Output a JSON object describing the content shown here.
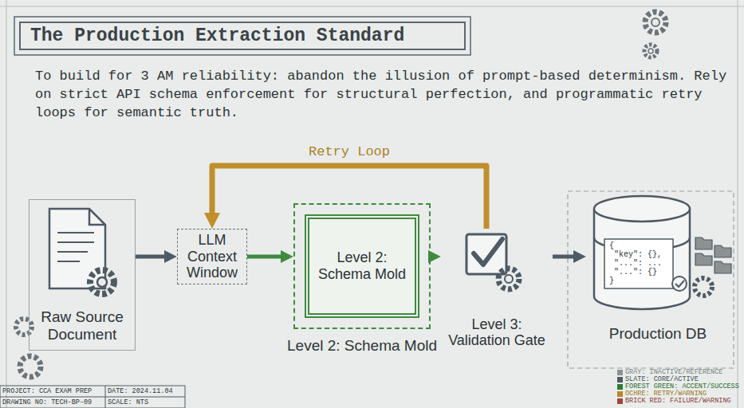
{
  "diagram": {
    "title": "The Production Extraction Standard",
    "nodes": [
      {
        "text": [
          "Raw Source Document"
        ]
      },
      {
        "text": [
          "LLM Context Window"
        ]
      },
      {
        "text": [
          "Level 2: Schema Mold",
          "Level 2: Schema Mold"
        ]
      },
      {
        "text": [
          "Level 3: Validation Gate"
        ]
      },
      {
        "text": [
          "Production DB"
        ]
      }
    ],
    "edges": [
      {
        "from": 0,
        "to": 1,
        "arrow": "to"
      },
      {
        "from": 1,
        "to": 2,
        "arrow": "to"
      },
      {
        "from": 2,
        "to": 3,
        "arrow": "to"
      },
      {
        "from": 3,
        "to": 4,
        "arrow": "to"
      },
      {
        "from": 3,
        "to": 1,
        "label": "Retry Loop",
        "arrow": "to"
      }
    ],
    "labels": [
      "To build for 3 AM reliability: abandon the illusion of prompt-based determinism. Rely on strict API schema enforcement for structural perfection, and programmatic retry loops for semantic truth.",
      "{",
      "\"key\": {},",
      "\"...\": ...",
      "\"...\": {}",
      "}",
      "PROJECT: CCA EXAM PREP",
      "DATE: 2024.11.04",
      "DRAWING NO: TECH-BP-09",
      "SCALE: NTS"
    ],
    "legend": [
      {
        "text": "GRAY: INACTIVE/REFERENCE",
        "color": "#8c9292"
      },
      {
        "text": "SLATE: CORE/ACTIVE",
        "color": "#4e5a64"
      },
      {
        "text": "FOREST GREEN: ACCENT/SUCCESS",
        "color": "#2f7a34"
      },
      {
        "text": "OCHRE: RETRY/WARNING",
        "color": "#b7862a"
      },
      {
        "text": "BRICK RED: FAILURE/WARNING",
        "color": "#a0453c"
      }
    ]
  }
}
